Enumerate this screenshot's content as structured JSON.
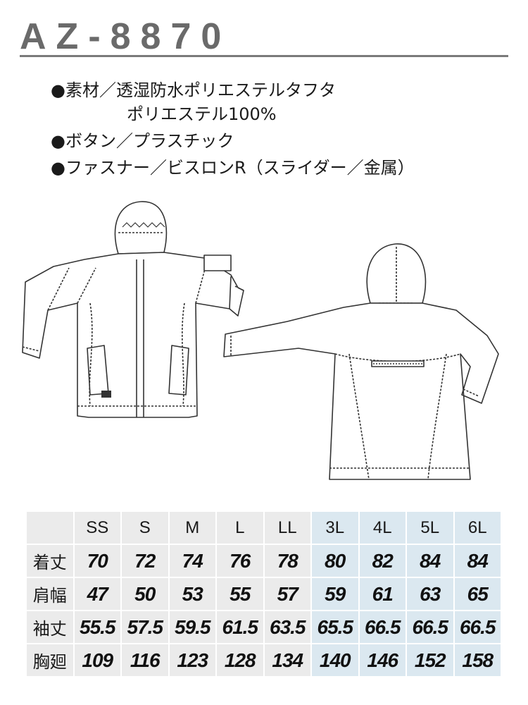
{
  "title": "AZ-8870",
  "specs": [
    "●素材／透湿防水ポリエステルタフタ",
    "ポリエステル100%",
    "●ボタン／プラスチック",
    "●ファスナー／ビスロンR（スライダー／金属）"
  ],
  "illustrations": {
    "front": "jacket-front-icon",
    "back": "jacket-back-icon"
  },
  "colors": {
    "title": "#6a6a6a",
    "cell_gray": "#ebebeb",
    "cell_blue": "#dbe8f0"
  },
  "table": {
    "headers": [
      "SS",
      "S",
      "M",
      "L",
      "LL",
      "3L",
      "4L",
      "5L",
      "6L"
    ],
    "rows": [
      {
        "label": "着丈",
        "values": [
          "70",
          "72",
          "74",
          "76",
          "78",
          "80",
          "82",
          "84",
          "84"
        ]
      },
      {
        "label": "肩幅",
        "values": [
          "47",
          "50",
          "53",
          "55",
          "57",
          "59",
          "61",
          "63",
          "65"
        ]
      },
      {
        "label": "袖丈",
        "values": [
          "55.5",
          "57.5",
          "59.5",
          "61.5",
          "63.5",
          "65.5",
          "66.5",
          "66.5",
          "66.5"
        ]
      },
      {
        "label": "胸廻",
        "values": [
          "109",
          "116",
          "123",
          "128",
          "134",
          "140",
          "146",
          "152",
          "158"
        ]
      }
    ]
  }
}
